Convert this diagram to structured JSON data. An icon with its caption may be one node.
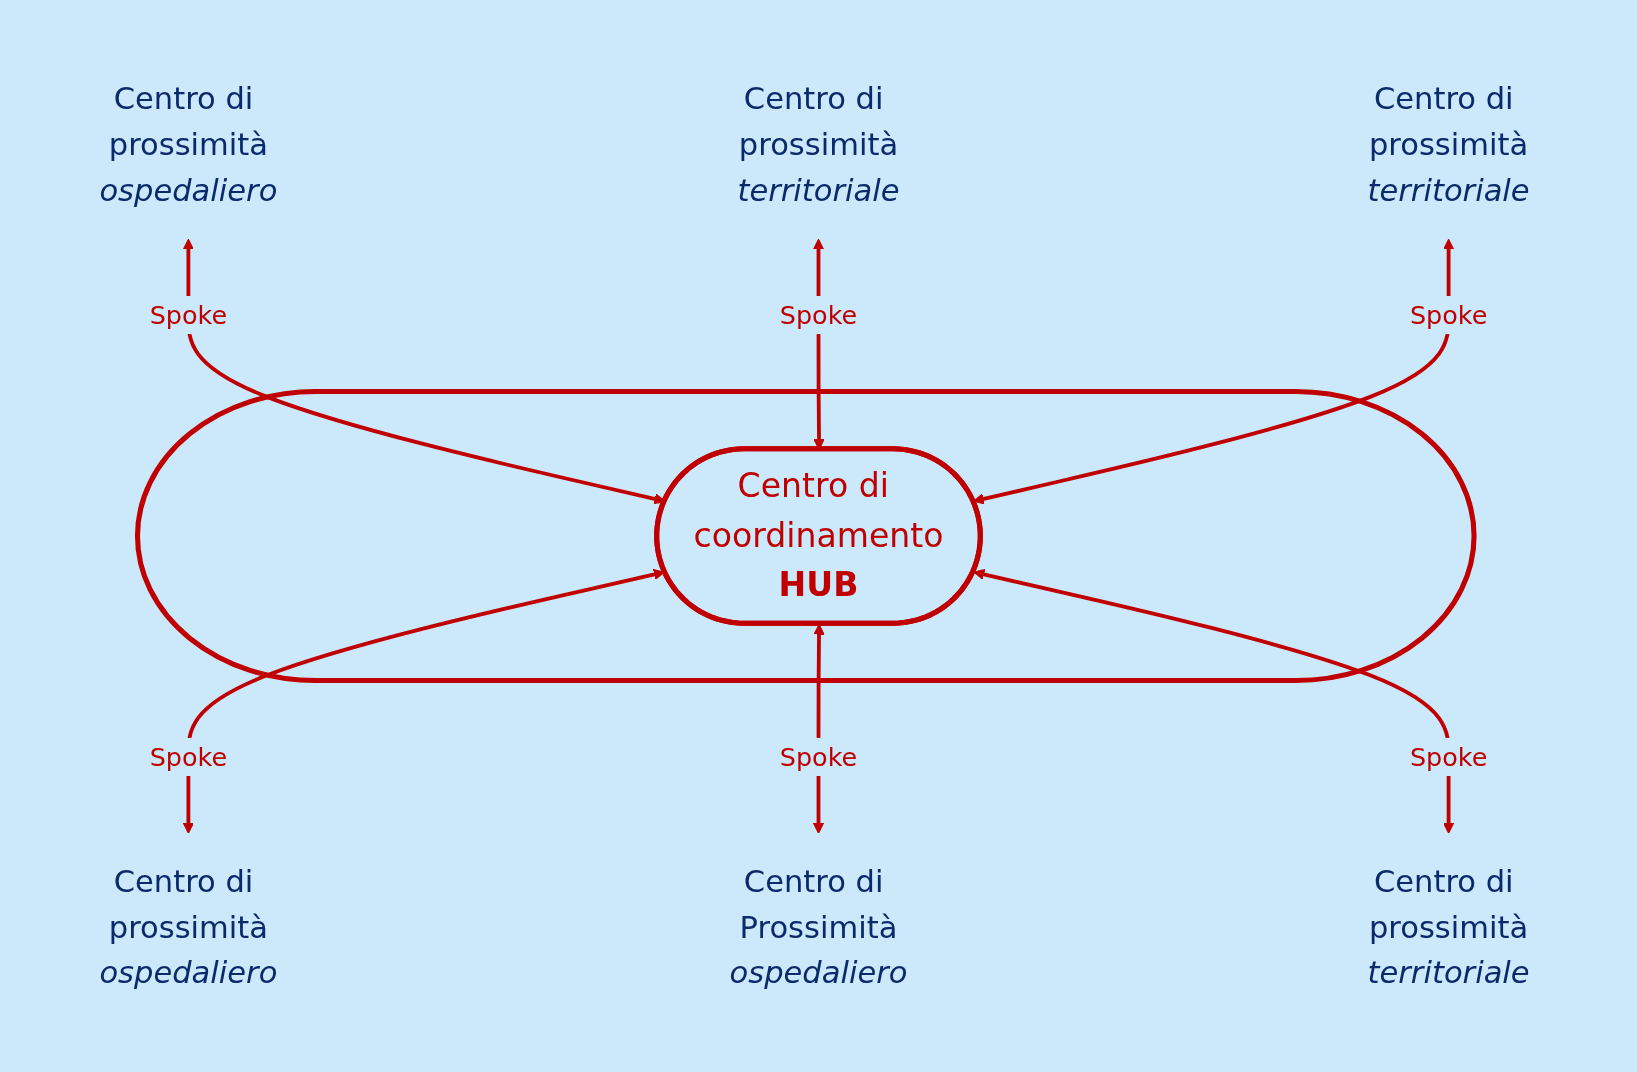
{
  "diagram": {
    "nodes": [
      {
        "text": [],
        "shape": "ellipse"
      },
      {
        "text": [
          "Centro di coordinamento",
          "HUB"
        ],
        "in": 0
      },
      {
        "text": [
          "Centro di prossimità",
          "ospedaliero"
        ]
      },
      {
        "text": [
          "Centro di prossimità",
          "territoriale"
        ]
      },
      {
        "text": [
          "Centro di prossimità",
          "territoriale"
        ]
      },
      {
        "text": [
          "Centro di prossimità",
          "ospedaliero"
        ]
      },
      {
        "text": [
          "Centro di Prossimità",
          "ospedaliero"
        ]
      },
      {
        "text": [
          "Centro di prossimità",
          "territoriale"
        ]
      }
    ],
    "edges": [
      {
        "from": 2,
        "to": 1,
        "arrow": "both",
        "label": "Spoke"
      },
      {
        "from": 3,
        "to": 1,
        "arrow": "both",
        "label": "Spoke"
      },
      {
        "from": 4,
        "to": 1,
        "arrow": "both",
        "label": "Spoke"
      },
      {
        "from": 1,
        "to": 5,
        "arrow": "both",
        "label": "Spoke"
      },
      {
        "from": 1,
        "to": 6,
        "arrow": "both",
        "label": "Spoke"
      },
      {
        "from": 1,
        "to": 7,
        "arrow": "both",
        "label": "Spoke"
      }
    ]
  }
}
